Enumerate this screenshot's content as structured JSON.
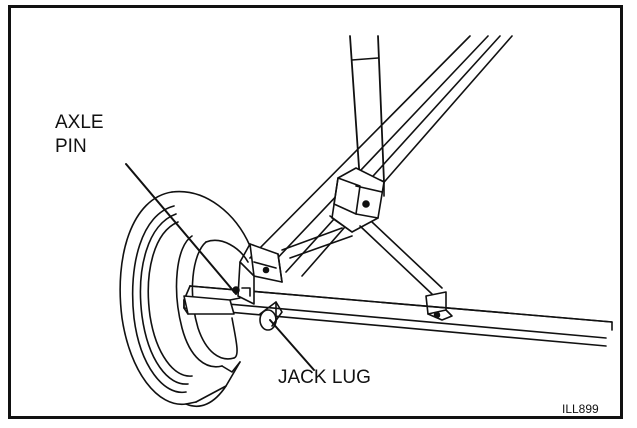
{
  "labels": {
    "axle_line1": "AXLE",
    "axle_line2": "PIN",
    "jack_lug": "JACK LUG",
    "figure_id": "ILL899"
  }
}
